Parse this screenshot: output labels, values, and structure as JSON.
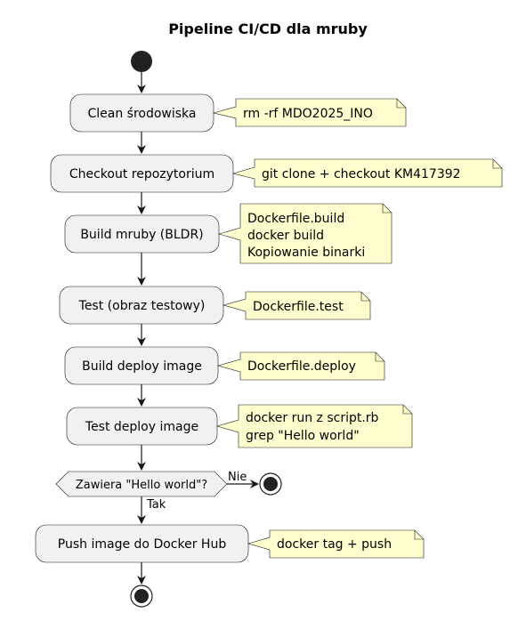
{
  "title": "Pipeline CI/CD dla mruby",
  "steps": [
    {
      "label": "Clean środowiska",
      "note": [
        "rm -rf MDO2025_INO"
      ]
    },
    {
      "label": "Checkout repozytorium",
      "note": [
        "git clone + checkout KM417392"
      ]
    },
    {
      "label": "Build mruby (BLDR)",
      "note": [
        "Dockerfile.build",
        "docker build",
        "Kopiowanie binarki"
      ]
    },
    {
      "label": "Test (obraz testowy)",
      "note": [
        "Dockerfile.test"
      ]
    },
    {
      "label": "Build deploy image",
      "note": [
        "Dockerfile.deploy"
      ]
    },
    {
      "label": "Test deploy image",
      "note": [
        "docker run z script.rb",
        "grep \"Hello world\""
      ]
    }
  ],
  "decision": {
    "label": "Zawiera \"Hello world\"?",
    "no_label": "Nie",
    "yes_label": "Tak"
  },
  "final_step": {
    "label": "Push image do Docker Hub",
    "note": [
      "docker tag + push"
    ]
  },
  "colors": {
    "activity_fill": "#f1f1f1",
    "note_fill": "#fefece",
    "stroke": "#181818"
  }
}
